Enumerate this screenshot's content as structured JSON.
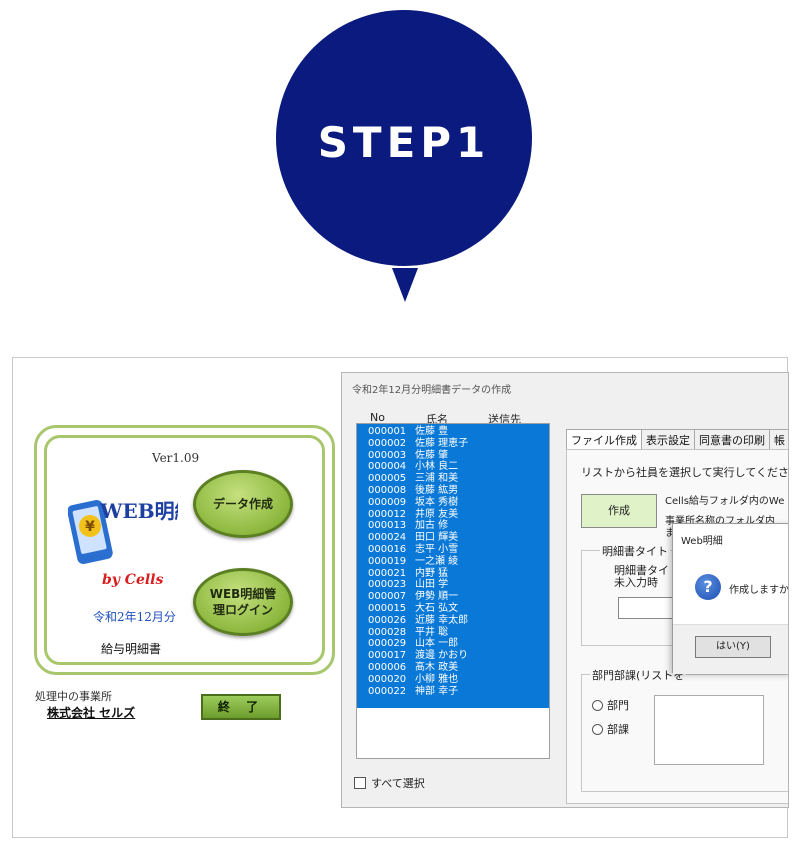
{
  "step": {
    "label": "STEP1",
    "color": "#0b1a7e"
  },
  "launcher": {
    "version": "Ver1.09",
    "logo_text": "WEB明細",
    "logo_sub": "by Cells",
    "data_button": "データ作成",
    "login_button_line1": "WEB明細管",
    "login_button_line2": "理ログイン",
    "period": "令和2年12月分",
    "document": "給与明細書",
    "office_label": "処理中の事業所",
    "office_name": "株式会社 セルズ",
    "exit_button": "終 了"
  },
  "window": {
    "title": "令和2年12月分明細書データの作成",
    "columns": [
      "No",
      "氏名",
      "送信先"
    ],
    "employees": [
      {
        "no": "000001",
        "name": "佐藤 豊"
      },
      {
        "no": "000002",
        "name": "佐藤 理恵子"
      },
      {
        "no": "000003",
        "name": "佐藤 肇"
      },
      {
        "no": "000004",
        "name": "小林 良二"
      },
      {
        "no": "000005",
        "name": "三浦 和美"
      },
      {
        "no": "000008",
        "name": "後藤 紘男"
      },
      {
        "no": "000009",
        "name": "坂本 秀樹"
      },
      {
        "no": "000012",
        "name": "井原 友美"
      },
      {
        "no": "000013",
        "name": "加古 修"
      },
      {
        "no": "000024",
        "name": "田口 輝美"
      },
      {
        "no": "000016",
        "name": "志平 小雪"
      },
      {
        "no": "000019",
        "name": "一之瀬 綾"
      },
      {
        "no": "000021",
        "name": "内野 猛"
      },
      {
        "no": "000023",
        "name": "山田 学"
      },
      {
        "no": "000007",
        "name": "伊勢 順一"
      },
      {
        "no": "000015",
        "name": "大石 弘文"
      },
      {
        "no": "000026",
        "name": "近藤 幸太郎"
      },
      {
        "no": "000028",
        "name": "平井 聡"
      },
      {
        "no": "000029",
        "name": "山本 一郎"
      },
      {
        "no": "000017",
        "name": "渡邊 かおり"
      },
      {
        "no": "000006",
        "name": "髙木 政美"
      },
      {
        "no": "000020",
        "name": "小柳 雅也"
      },
      {
        "no": "000022",
        "name": "神部 幸子"
      }
    ],
    "select_all": "すべて選択",
    "tabs": [
      "ファイル作成",
      "表示設定",
      "同意書の印刷",
      "帳"
    ],
    "instruction": "リストから社員を選択して実行してください。",
    "create_button": "作成",
    "info_line1": "Cells給与フォルダ内のWe",
    "info_line2a": "事業所名称のフォルダ内",
    "info_line2b": "ます。",
    "group1_caption": "明細書タイト",
    "group1_sub1": "明細書タイ",
    "group1_sub2": "未入力時",
    "group2_caption": "部門部課(リストを",
    "radio_dept": "部門",
    "radio_section": "部課"
  },
  "message_box": {
    "title": "Web明細",
    "text": "作成しますか？",
    "yes_button": "はい(Y)"
  }
}
